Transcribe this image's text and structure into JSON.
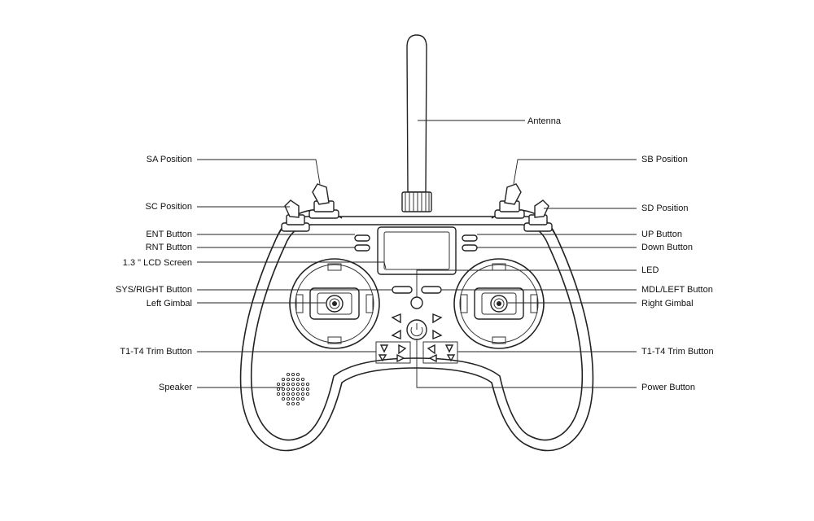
{
  "labels": {
    "antenna": "Antenna",
    "sa_position": "SA  Position",
    "sb_position": "SB  Position",
    "sc_position": "SC  Position",
    "sd_position": "SD  Position",
    "ent_button": "ENT  Button",
    "rnt_button": "RNT  Button",
    "up_button": "UP  Button",
    "down_button": "Down  Button",
    "lcd_screen": "1.3 \" LCD Screen",
    "led": "LED",
    "sys_right_button": "SYS/RIGHT Button",
    "mdl_left_button": "MDL/LEFT Button",
    "left_gimbal": "Left Gimbal",
    "right_gimbal": "Right Gimbal",
    "left_trim_button": "T1-T4 Trim Button",
    "right_trim_button": "T1-T4 Trim Button",
    "speaker": "Speaker",
    "power_button": "Power Button"
  }
}
